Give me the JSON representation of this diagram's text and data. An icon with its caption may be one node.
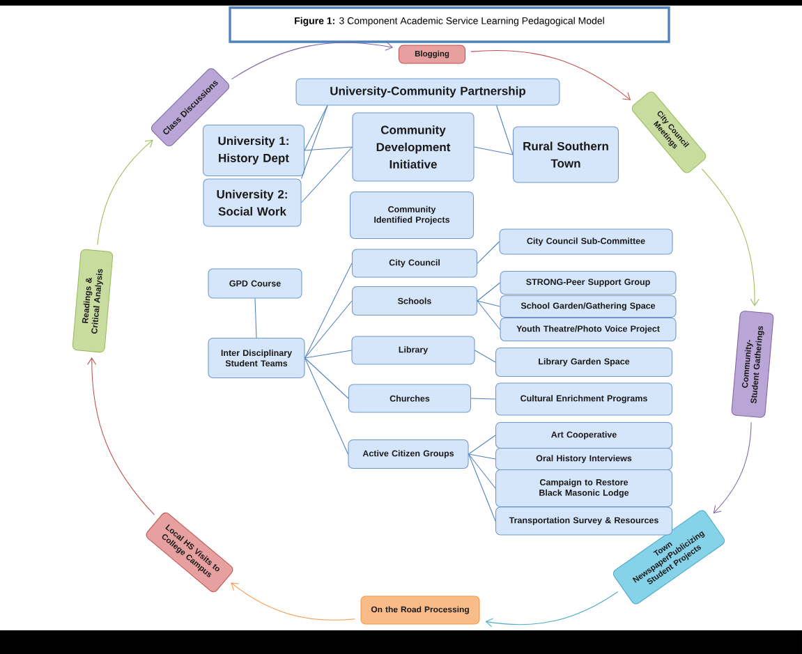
{
  "diagram": {
    "title": "**Figure 1:** 3 Component Academic Service Learning Pedagogical Model",
    "nodes": [
      {
        "text": [
          "Blogging"
        ]
      },
      {
        "text": [
          "City Council Meetings"
        ]
      },
      {
        "text": [
          "Community-Student Gatherings"
        ]
      },
      {
        "text": [
          "Town NewspaperPublicizing Student Projects"
        ]
      },
      {
        "text": [
          "On the Road Processing"
        ]
      },
      {
        "text": [
          "Local HS Visits to College Campus"
        ]
      },
      {
        "text": [
          "Readings & Critical Analysis"
        ]
      },
      {
        "text": [
          "Class Discussions"
        ]
      },
      {
        "text": [
          "University-Community Partnership"
        ]
      },
      {
        "text": [
          "University 1: History Dept"
        ]
      },
      {
        "text": [
          "University 2: Social Work"
        ]
      },
      {
        "text": [
          "Community Development Initiative"
        ]
      },
      {
        "text": [
          "Rural Southern Town"
        ]
      },
      {
        "text": [
          "Community Identified Projects"
        ]
      },
      {
        "text": [
          "City Council Sub-Committee"
        ]
      },
      {
        "text": [
          "City Council"
        ]
      },
      {
        "text": [
          "GPD Course"
        ]
      },
      {
        "text": [
          "STRONG-Peer Support Group"
        ]
      },
      {
        "text": [
          "Schools"
        ]
      },
      {
        "text": [
          "School Garden/Gathering Space"
        ]
      },
      {
        "text": [
          "Youth Theatre/Photo Voice Project"
        ]
      },
      {
        "text": [
          "Inter Disciplinary Student Teams"
        ]
      },
      {
        "text": [
          "Library"
        ]
      },
      {
        "text": [
          "Library Garden Space"
        ]
      },
      {
        "text": [
          "Churches"
        ]
      },
      {
        "text": [
          "Cultural Enrichment Programs"
        ]
      },
      {
        "text": [
          "Active Citizen Groups"
        ]
      },
      {
        "text": [
          "Art Cooperative"
        ]
      },
      {
        "text": [
          "Oral History Interviews"
        ]
      },
      {
        "text": [
          "Campaign to Restore Black Masonic Lodge"
        ]
      },
      {
        "text": [
          "Transportation Survey & Resources"
        ]
      }
    ],
    "edges": [
      {
        "from": 7,
        "to": 0,
        "arrow": "to",
        "color": "#8064a2"
      },
      {
        "from": 0,
        "to": 1,
        "arrow": "to",
        "color": "#c0504d"
      },
      {
        "from": 1,
        "to": 2,
        "arrow": "to",
        "color": "#9bbb59"
      },
      {
        "from": 2,
        "to": 3,
        "arrow": "to",
        "color": "#8064a2"
      },
      {
        "from": 3,
        "to": 4,
        "arrow": "to",
        "color": "#4bacc6"
      },
      {
        "from": 4,
        "to": 5,
        "arrow": "to",
        "color": "#f79646"
      },
      {
        "from": 5,
        "to": 6,
        "arrow": "to",
        "color": "#c0504d"
      },
      {
        "from": 6,
        "to": 7,
        "arrow": "to",
        "color": "#9bbb59"
      },
      {
        "from": 8,
        "to": 9,
        "arrow": "none"
      },
      {
        "from": 8,
        "to": 10,
        "arrow": "none"
      },
      {
        "from": 8,
        "to": 12,
        "arrow": "none"
      },
      {
        "from": 9,
        "to": 11,
        "arrow": "none"
      },
      {
        "from": 10,
        "to": 11,
        "arrow": "none"
      },
      {
        "from": 11,
        "to": 12,
        "arrow": "none"
      },
      {
        "from": 16,
        "to": 21,
        "arrow": "none"
      },
      {
        "from": 21,
        "to": 15,
        "arrow": "none"
      },
      {
        "from": 21,
        "to": 18,
        "arrow": "none"
      },
      {
        "from": 21,
        "to": 22,
        "arrow": "none"
      },
      {
        "from": 21,
        "to": 24,
        "arrow": "none"
      },
      {
        "from": 21,
        "to": 26,
        "arrow": "none"
      },
      {
        "from": 15,
        "to": 14,
        "arrow": "none"
      },
      {
        "from": 18,
        "to": 17,
        "arrow": "none"
      },
      {
        "from": 18,
        "to": 19,
        "arrow": "none"
      },
      {
        "from": 18,
        "to": 20,
        "arrow": "none"
      },
      {
        "from": 22,
        "to": 23,
        "arrow": "none"
      },
      {
        "from": 24,
        "to": 25,
        "arrow": "none"
      },
      {
        "from": 26,
        "to": 27,
        "arrow": "none"
      },
      {
        "from": 26,
        "to": 28,
        "arrow": "none"
      },
      {
        "from": 26,
        "to": 29,
        "arrow": "none"
      },
      {
        "from": 26,
        "to": 30,
        "arrow": "none"
      }
    ]
  }
}
